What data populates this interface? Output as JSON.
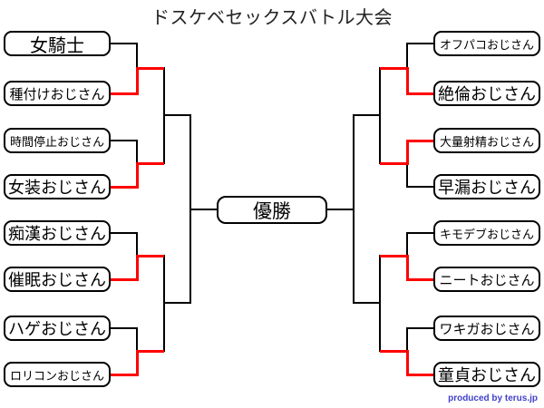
{
  "title": "ドスケベセックスバトル大会",
  "champion_label": "優勝",
  "credit": "produced by terus.jp",
  "colors": {
    "background": "#ffffff",
    "bracket_line": "#000000",
    "winner_path": "#ff0000",
    "box_border": "#000000",
    "box_fill": "#ffffff",
    "box_text": "#000000",
    "title_text": "#222222",
    "credit_text": "#4040cc"
  },
  "bracket": {
    "left": {
      "entries": [
        "女騎士",
        "種付けおじさん",
        "時間停止おじさん",
        "女装おじさん",
        "痴漢おじさん",
        "催眠おじさん",
        "ハゲおじさん",
        "ロリコンおじさん"
      ],
      "round1_winners": [
        "種付けおじさん",
        "女装おじさん",
        "催眠おじさん",
        "ロリコンおじさん"
      ]
    },
    "right": {
      "entries": [
        "オフパコおじさん",
        "絶倫おじさん",
        "大量射精おじさん",
        "早漏おじさん",
        "キモデブおじさん",
        "ニートおじさん",
        "ワキガおじさん",
        "童貞おじさん"
      ],
      "round1_winners": [
        "絶倫おじさん",
        "大量射精おじさん",
        "ニートおじさん",
        "童貞おじさん"
      ]
    }
  }
}
